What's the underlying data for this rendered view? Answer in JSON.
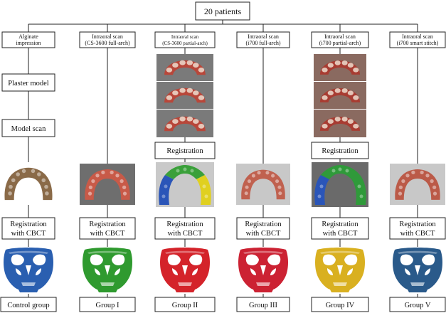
{
  "root": {
    "label": "20 patients"
  },
  "columns": [
    {
      "id": "alginate",
      "header": [
        "Alginate",
        "impression"
      ],
      "group": "Control group",
      "arch_color": "#8a6a48",
      "skull_color": "#2a5fb0"
    },
    {
      "id": "cs3600-full",
      "header": [
        "Intraoral scan",
        "(CS-3600 full-arch)"
      ],
      "group": "Group I",
      "arch_color": "#c85a48",
      "skull_color": "#2f9a2f"
    },
    {
      "id": "cs3600-partial",
      "header": [
        "Intraoral scan",
        "(CS-3600 partial-arch)"
      ],
      "group": "Group II",
      "arch_color": "#3aa03a",
      "skull_color": "#d4232a"
    },
    {
      "id": "i700-full",
      "header": [
        "Intraoral scan",
        "(i700 full-arch)"
      ],
      "group": "Group III",
      "arch_color": "#c0614f",
      "skull_color": "#cc2233"
    },
    {
      "id": "i700-partial",
      "header": [
        "Intraoral scan",
        "(i700 partial-arch)"
      ],
      "group": "Group IV",
      "arch_color": "#2f9a3a",
      "skull_color": "#d9b020"
    },
    {
      "id": "i700-smart",
      "header": [
        "Intraoral scan",
        "(i700 smart stitch)"
      ],
      "group": "Group V",
      "arch_color": "#bb5a48",
      "skull_color": "#2a5a8a"
    }
  ],
  "steps": {
    "plaster_model": "Plaster model",
    "model_scan": "Model scan",
    "registration": "Registration",
    "cbct_registration": [
      "Registration",
      "with CBCT"
    ]
  },
  "colors": {
    "partial_segments": [
      "#2a55b8",
      "#3aa03a",
      "#e0d020"
    ],
    "scan_background": "#7a7a7a",
    "scan_model_red": "#b8473a"
  }
}
